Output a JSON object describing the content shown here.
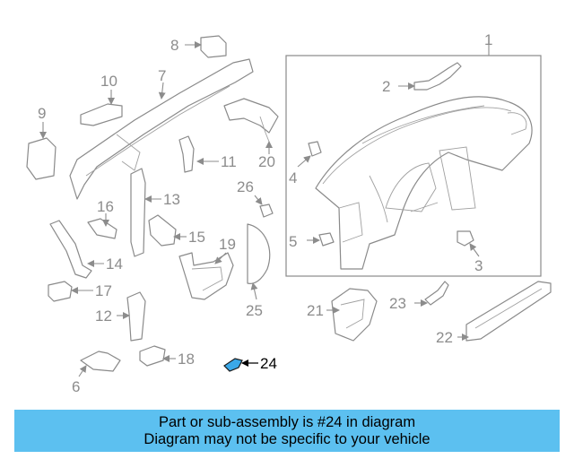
{
  "callouts": {
    "c1": "1",
    "c2": "2",
    "c3": "3",
    "c4": "4",
    "c5": "5",
    "c6": "6",
    "c7": "7",
    "c8": "8",
    "c9": "9",
    "c10": "10",
    "c11": "11",
    "c12": "12",
    "c13": "13",
    "c14": "14",
    "c15": "15",
    "c16": "16",
    "c17": "17",
    "c18": "18",
    "c19": "19",
    "c20": "20",
    "c21": "21",
    "c22": "22",
    "c23": "23",
    "c24": "24",
    "c25": "25"
  },
  "highlight": {
    "part_number": "24",
    "color": "#3aa8e8"
  },
  "banner": {
    "line1": "Part or sub-assembly is #24 in diagram",
    "line2": "Diagram may not be specific to your vehicle",
    "background": "#5cc0f0"
  }
}
